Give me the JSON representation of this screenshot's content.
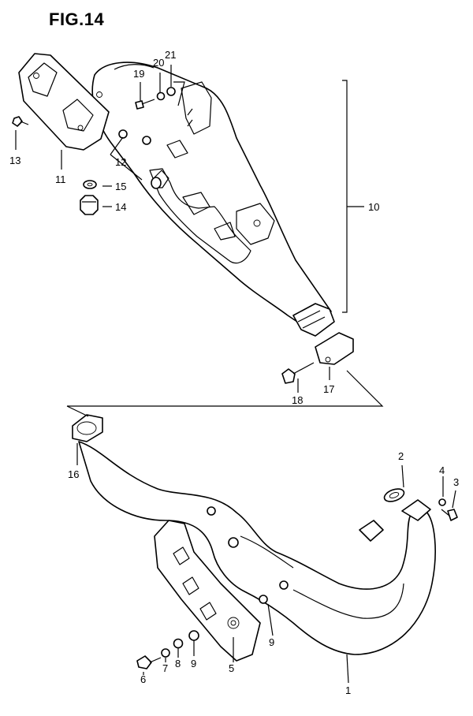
{
  "figure": {
    "title": "FIG.14"
  },
  "callouts": {
    "p1": "1",
    "p2": "2",
    "p3": "3",
    "p4": "4",
    "p5": "5",
    "p6": "6",
    "p7": "7",
    "p8": "8",
    "p9a": "9",
    "p9b": "9",
    "p10": "10",
    "p11": "11",
    "p12": "12",
    "p13": "13",
    "p14": "14",
    "p15": "15",
    "p16": "16",
    "p17": "17",
    "p18": "18",
    "p19": "19",
    "p20": "20",
    "p21": "21"
  }
}
